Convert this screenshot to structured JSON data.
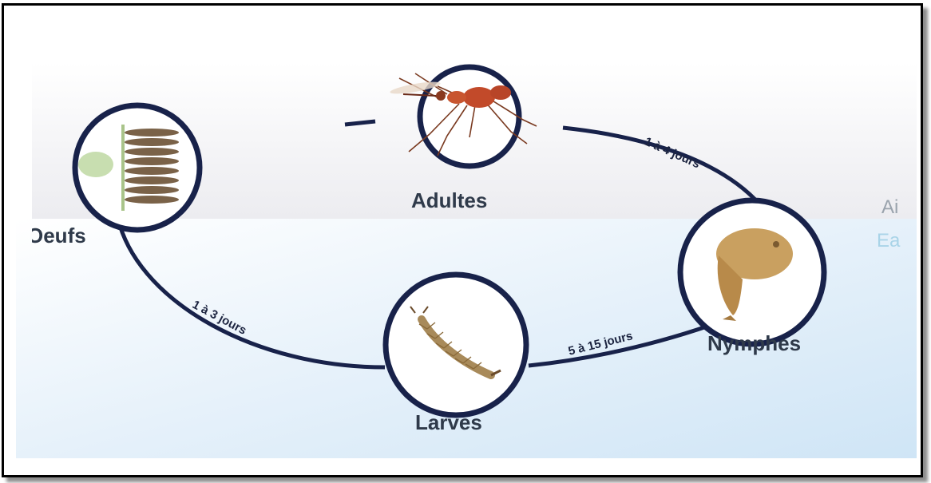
{
  "stages": {
    "adultes": "Adultes",
    "oeufs": "Oeufs",
    "nymphes": "Nymphes",
    "larves": "Larves"
  },
  "zones": {
    "air": "Ai",
    "eau": "Ea"
  },
  "durations": {
    "adultes_nymphes": "1 à 4 jours",
    "oeufs_larves": "1 à 3 jours",
    "larves_nymphes": "5 à 15 jours"
  },
  "colors": {
    "cycle_line": "#18224a",
    "air_band": "#eeeef2",
    "water_band": "#dcecf8",
    "air_text": "#9aa3ad",
    "eau_text": "#a9d4e8"
  }
}
